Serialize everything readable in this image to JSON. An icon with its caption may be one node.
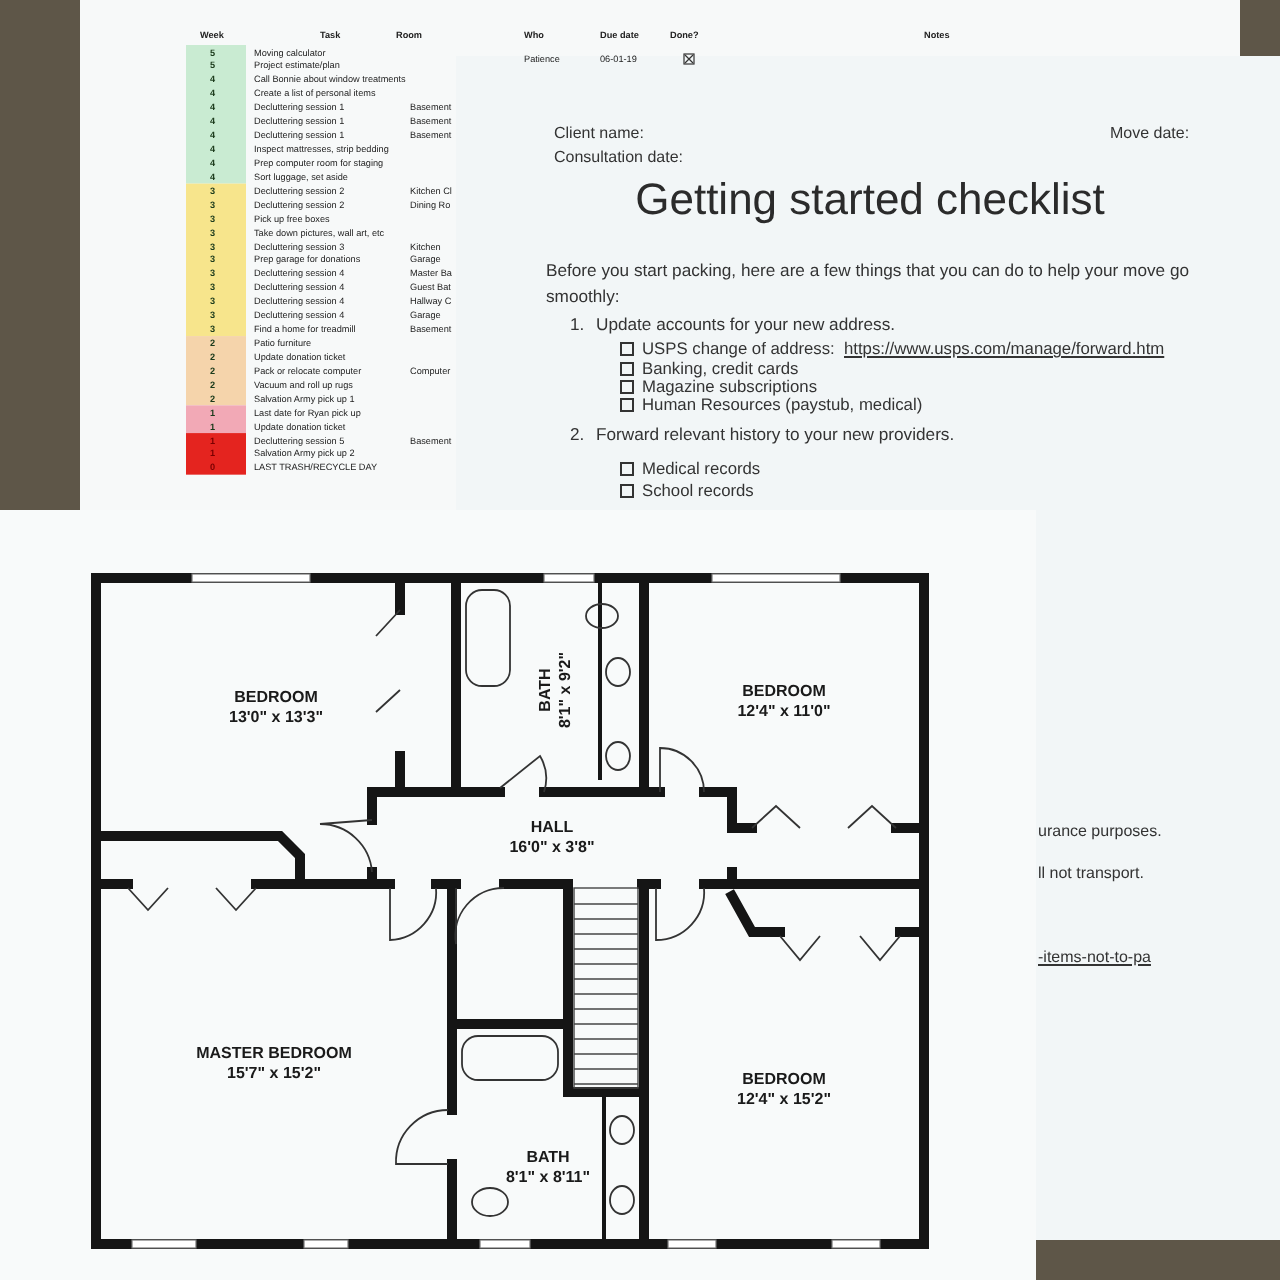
{
  "diagram": {
    "nodes": [
      {
        "text": [
          "BEDROOM",
          "13'0\" x 13'3\""
        ]
      },
      {
        "text": [
          "BATH",
          "8'1\" x 9'2\""
        ]
      },
      {
        "text": [
          "BEDROOM",
          "12'4\" x 11'0\""
        ]
      },
      {
        "text": [
          "HALL",
          "16'0\" x 3'8\""
        ]
      },
      {
        "text": [
          "MASTER BEDROOM",
          "15'7\" x 15'2\""
        ]
      },
      {
        "text": [
          "BATH",
          "8'1\" x 8'11\""
        ]
      },
      {
        "text": [
          "BEDROOM",
          "12'4\" x 15'2\""
        ]
      }
    ],
    "labels": [
      "Week",
      "Task",
      "Room",
      "Who",
      "Due date",
      "Done?",
      "Notes",
      "5",
      "Moving calculator",
      "Patience",
      "06-01-19",
      "5",
      "Project estimate/plan",
      "4",
      "Call Bonnie about window treatments",
      "4",
      "Create a list of personal items",
      "4",
      "Decluttering session 1",
      "Basement",
      "4",
      "Decluttering session 1",
      "Basement",
      "4",
      "Decluttering session 1",
      "Basement",
      "4",
      "Inspect mattresses, strip bedding",
      "4",
      "Prep computer room for staging",
      "4",
      "Sort luggage, set aside",
      "3",
      "Decluttering session 2",
      "Kitchen Cl",
      "3",
      "Decluttering session 2",
      "Dining Ro",
      "3",
      "Pick up free boxes",
      "3",
      "Take down pictures, wall art, etc",
      "3",
      "Decluttering session 3",
      "Kitchen",
      "3",
      "Prep garage for donations",
      "Garage",
      "3",
      "Decluttering session 4",
      "Master Ba",
      "3",
      "Decluttering session 4",
      "Guest Bat",
      "3",
      "Decluttering session 4",
      "Hallway C",
      "3",
      "Decluttering session 4",
      "Garage",
      "3",
      "Find a home for treadmill",
      "Basement",
      "2",
      "Patio furniture",
      "2",
      "Update donation ticket",
      "2",
      "Pack or relocate computer",
      "Computer",
      "2",
      "Vacuum and roll up rugs",
      "2",
      "Salvation Army pick up 1",
      "1",
      "Last date for Ryan pick up",
      "1",
      "Update donation ticket",
      "1",
      "Decluttering session 5",
      "Basement",
      "1",
      "Salvation Army pick up 2",
      "0",
      "LAST TRASH/RECYCLE DAY",
      "Client name:",
      "Consultation date:",
      "Move date:",
      "Getting started checklist",
      "Before you start packing, here are a few things that you can do to help your move go smoothly:",
      "1.",
      "Update accounts for your new address.",
      "USPS change of address:",
      "https://www.usps.com/manage/forward.htm",
      "Banking, credit cards",
      "Magazine subscriptions",
      "Human Resources (paystub, medical)",
      "2.",
      "Forward relevant history to your new providers.",
      "Medical records",
      "School records",
      "urance purposes.",
      "ll not transport.",
      "-items-not-to-pa"
    ]
  }
}
